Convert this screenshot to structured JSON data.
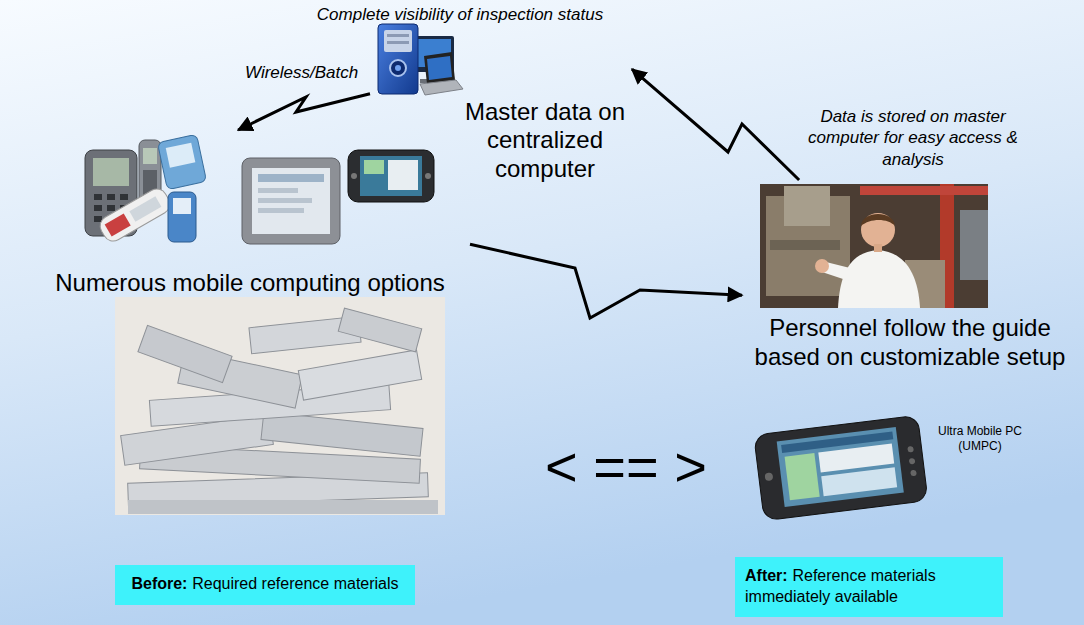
{
  "diagram": {
    "nodes": [
      {
        "text": [
          "Master data on centralized computer"
        ]
      },
      {
        "text": [
          "Numerous mobile computing options"
        ]
      },
      {
        "text": [
          "Personnel follow the guide based on customizable setup"
        ]
      },
      {
        "text": [
          "Before:",
          "Required reference materials"
        ]
      },
      {
        "text": [
          "After:",
          "Reference materials immediately available"
        ]
      }
    ],
    "edges": [
      {
        "from": 0,
        "to": 1,
        "arrow": "to"
      },
      {
        "from": 1,
        "to": 2,
        "arrow": "to"
      },
      {
        "from": 2,
        "to": 0,
        "arrow": "to"
      }
    ],
    "labels": [
      "Complete visibility of inspection status",
      "Wireless/Batch",
      "Data is stored on master computer for easy access & analysis",
      "Ultra Mobile PC (UMPC)",
      "< == >"
    ]
  }
}
